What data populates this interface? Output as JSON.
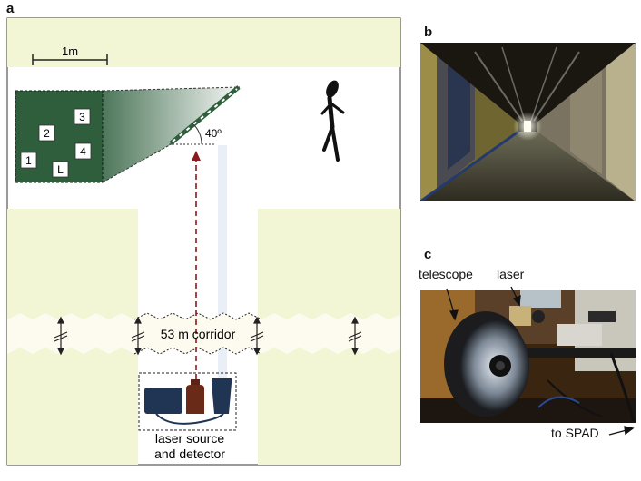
{
  "panel_a": {
    "letter": "a",
    "scale_label": "1m",
    "angle_label": "40º",
    "corridor_label": "53 m corridor",
    "source_label_line1": "laser source",
    "source_label_line2": "and detector",
    "wall_markers": [
      "1",
      "2",
      "3",
      "4",
      "L"
    ]
  },
  "panel_b": {
    "letter": "b"
  },
  "panel_c": {
    "letter": "c",
    "telescope_label": "telescope",
    "laser_label": "laser",
    "spad_label": "to SPAD"
  },
  "colors": {
    "wall_fill": "#f3f6d4",
    "hidden_wall": "#2e5e3c",
    "laser_path": "#8b1a1a",
    "laser_block": "#1f3553",
    "detector_block": "#6a2a18"
  }
}
